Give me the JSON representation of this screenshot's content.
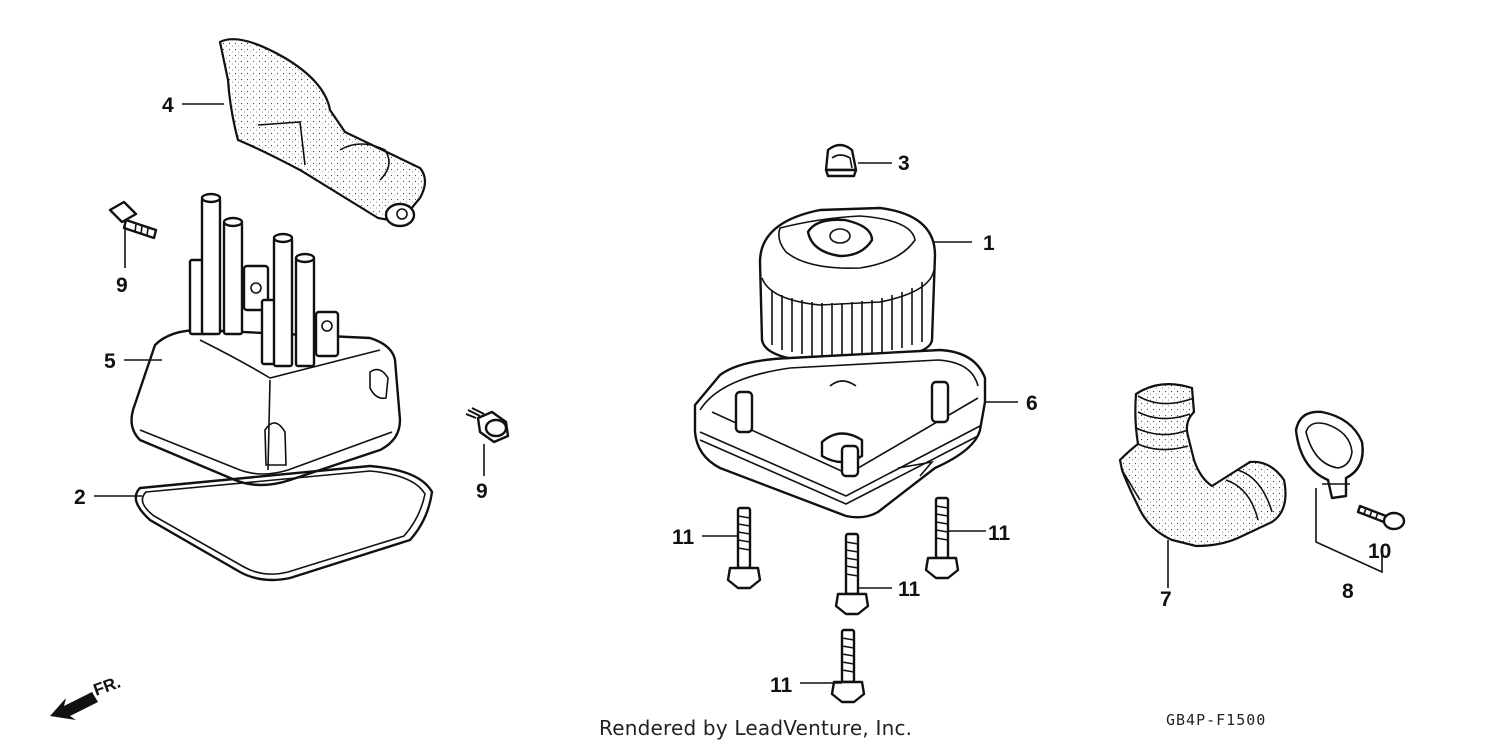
{
  "callouts": {
    "c1": "1",
    "c2": "2",
    "c3": "3",
    "c4": "4",
    "c5": "5",
    "c6": "6",
    "c7": "7",
    "c8": "8",
    "c9a": "9",
    "c9b": "9",
    "c10": "10",
    "c11a": "11",
    "c11b": "11",
    "c11c": "11",
    "c11d": "11"
  },
  "direction_label": "FR.",
  "footer": {
    "rendered_by": "Rendered by LeadVenture, Inc.",
    "diagram_code": "GB4P-F1500"
  },
  "icons": {
    "front_direction": "front-arrow-icon"
  },
  "colors": {
    "line": "#111111",
    "background": "#ffffff"
  }
}
